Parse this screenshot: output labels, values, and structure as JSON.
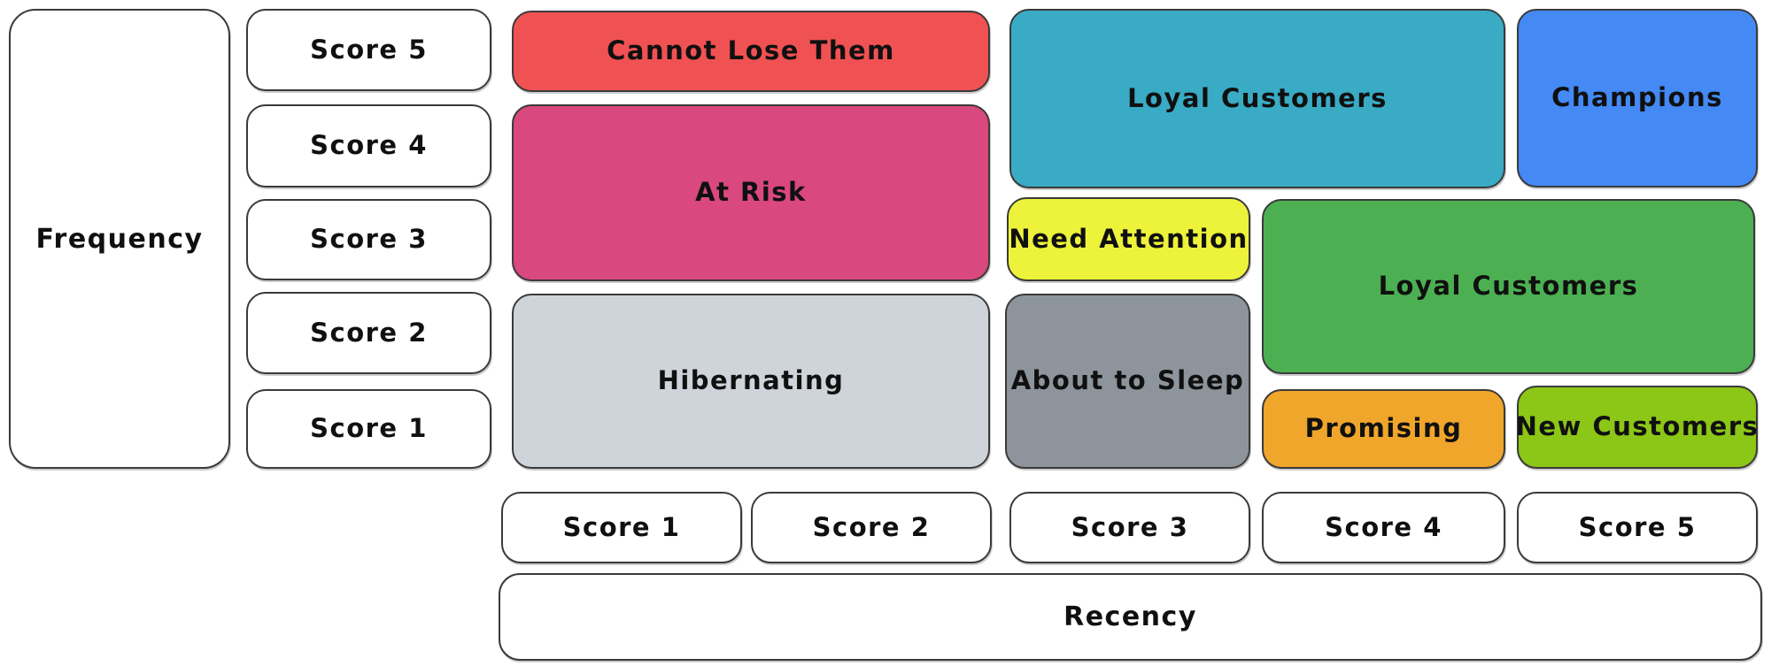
{
  "axes": {
    "frequency": {
      "label": "Frequency"
    },
    "recency": {
      "label": "Recency"
    },
    "frequency_scores": [
      "Score 5",
      "Score 4",
      "Score 3",
      "Score 2",
      "Score 1"
    ],
    "recency_scores": [
      "Score 1",
      "Score 2",
      "Score 3",
      "Score 4",
      "Score 5"
    ]
  },
  "segments": {
    "cannot_lose_them": {
      "label": "Cannot Lose Them",
      "color": "#f05152"
    },
    "at_risk": {
      "label": "At Risk",
      "color": "#d9487e"
    },
    "hibernating": {
      "label": "Hibernating",
      "color": "#ced4da"
    },
    "loyal_customers_top": {
      "label": "Loyal Customers",
      "color": "#3aabc4"
    },
    "champions": {
      "label": "Champions",
      "color": "#4489f4"
    },
    "need_attention": {
      "label": "Need Attention",
      "color": "#edf23b"
    },
    "loyal_customers_right": {
      "label": "Loyal Customers",
      "color": "#4cb052"
    },
    "about_to_sleep": {
      "label": "About to Sleep",
      "color": "#8d949c"
    },
    "promising": {
      "label": "Promising",
      "color": "#f0a52b"
    },
    "new_customers": {
      "label": "New Customers",
      "color": "#8cc616"
    }
  }
}
